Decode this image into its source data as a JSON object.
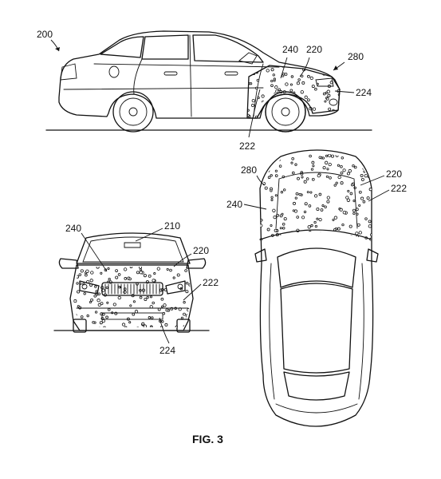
{
  "figure": {
    "caption": "FIG. 3",
    "refs": {
      "side_200": "200",
      "side_240": "240",
      "side_220": "220",
      "side_280": "280",
      "side_224": "224",
      "side_222": "222",
      "top_280": "280",
      "top_220": "220",
      "top_222": "222",
      "top_240": "240",
      "front_240": "240",
      "front_210": "210",
      "front_220": "220",
      "front_222": "222",
      "front_224": "224"
    }
  }
}
